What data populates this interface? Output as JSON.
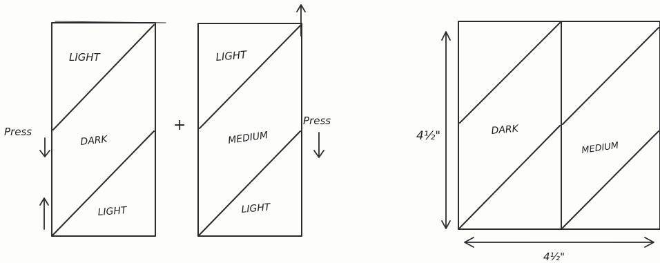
{
  "left_block": {
    "top_label": "LIGHT",
    "middle_label": "DARK",
    "bottom_label": "LIGHT"
  },
  "plus_sign": "+",
  "middle_block": {
    "top_label": "LIGHT",
    "middle_label": "MEDIUM",
    "bottom_label": "LIGHT"
  },
  "press_left": "Press",
  "press_right": "Press",
  "finished_unit": {
    "left_label": "DARK",
    "right_label": "MEDIUM",
    "height_label": "4½\"",
    "width_label": "4½\""
  }
}
